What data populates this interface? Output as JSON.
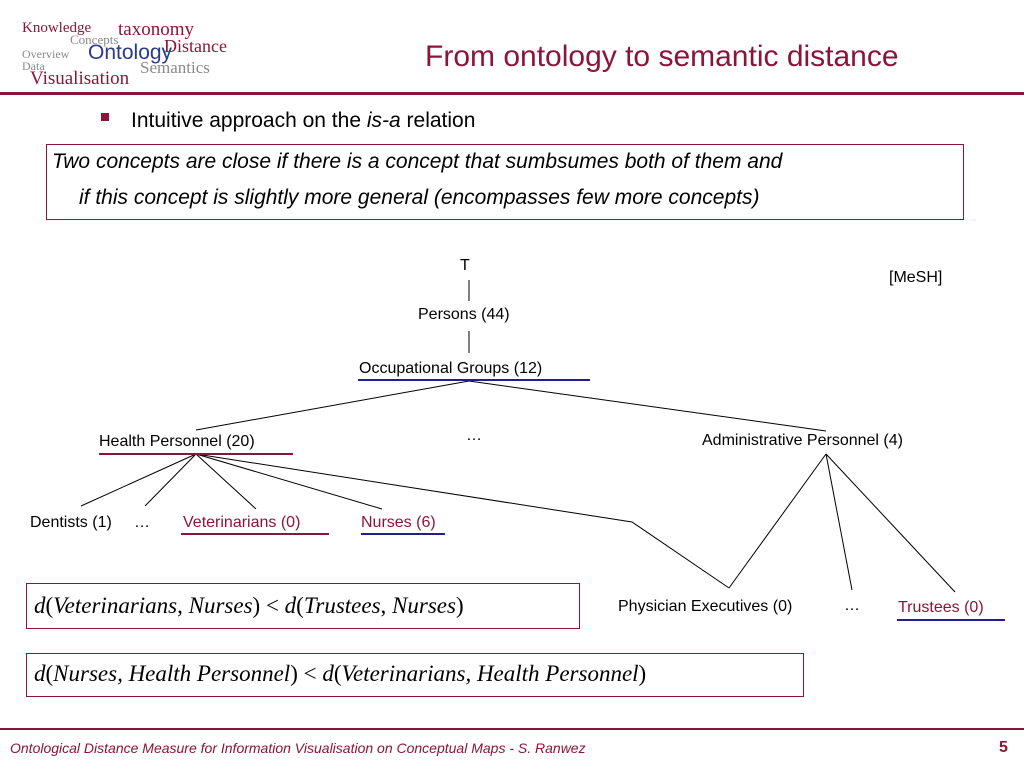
{
  "logo": {
    "words": [
      "Knowledge",
      "taxonomy",
      "Concepts",
      "Overview",
      "Ontology",
      "Distance",
      "Data",
      "Semantics",
      "Visualisation"
    ]
  },
  "title": "From ontology to semantic distance",
  "bullet": {
    "prefix": "Intuitive approach on the ",
    "emphasis": "is-a",
    "suffix": " relation"
  },
  "definition": {
    "line1": "Two concepts are close if there is a concept that sumbsumes both of them and",
    "line2": "if this concept is slightly more general (encompasses few more concepts)"
  },
  "source_label": "[MeSH]",
  "tree": {
    "root": "T",
    "persons": "Persons (44)",
    "occupational_groups": "Occupational Groups (12)",
    "health_personnel": "Health Personnel (20)",
    "ellipsis_middle": "…",
    "administrative_personnel": "Administrative Personnel (4)",
    "dentists": "Dentists (1)",
    "ellipsis_dentists": "…",
    "veterinarians": "Veterinarians (0)",
    "nurses": "Nurses (6)",
    "physician_executives": "Physician Executives (0)",
    "ellipsis_admin": "…",
    "trustees": "Trustees (0)"
  },
  "formulas": {
    "f1": {
      "a": "d",
      "b": "(",
      "c": "Veterinarians",
      "d": ", ",
      "e": "Nurses",
      "f": ") < ",
      "g": "d",
      "h": "(",
      "i": "Trustees",
      "j": ", ",
      "k": "Nurses",
      "l": ")"
    },
    "f2": {
      "a": "d",
      "b": "(",
      "c": "Nurses, Health Personnel",
      "d": ") < ",
      "e": "d",
      "f": "(",
      "g": "Veterinarians, Health Personnel",
      "h": ")"
    }
  },
  "footer": {
    "text": "Ontological Distance Measure for Information Visualisation on Conceptual Maps - S. Ranwez",
    "page": "5"
  },
  "colors": {
    "accent": "#8b1538",
    "underline_blue": "#1f1f8f",
    "logo_gray": "#8a8a8a",
    "logo_blue": "#2b3b8a"
  }
}
